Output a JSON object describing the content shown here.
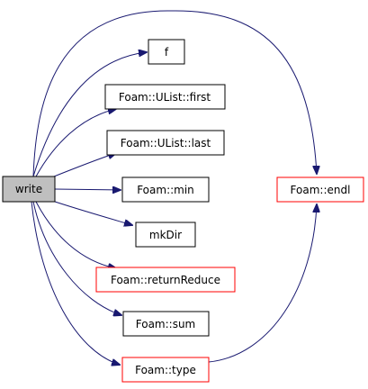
{
  "colors": {
    "edge": "#191970",
    "node_default_border": "#000000",
    "node_unresolved_border": "#ff0000",
    "root_fill": "#bfbfbf",
    "node_fill": "#ffffff",
    "text": "#000000"
  },
  "graph": {
    "root": "write",
    "nodes": [
      {
        "id": "write",
        "label": "write",
        "style": "root"
      },
      {
        "id": "f",
        "label": "f",
        "style": "default"
      },
      {
        "id": "first",
        "label": "Foam::UList::first",
        "style": "default"
      },
      {
        "id": "last",
        "label": "Foam::UList::last",
        "style": "default"
      },
      {
        "id": "min",
        "label": "Foam::min",
        "style": "default"
      },
      {
        "id": "mkdir",
        "label": "mkDir",
        "style": "default"
      },
      {
        "id": "returnReduce",
        "label": "Foam::returnReduce",
        "style": "unresolved"
      },
      {
        "id": "sum",
        "label": "Foam::sum",
        "style": "default"
      },
      {
        "id": "type",
        "label": "Foam::type",
        "style": "unresolved"
      },
      {
        "id": "endl",
        "label": "Foam::endl",
        "style": "unresolved"
      }
    ],
    "edges": [
      {
        "from": "write",
        "to": "endl"
      },
      {
        "from": "write",
        "to": "f"
      },
      {
        "from": "write",
        "to": "first"
      },
      {
        "from": "write",
        "to": "last"
      },
      {
        "from": "write",
        "to": "min"
      },
      {
        "from": "write",
        "to": "mkdir"
      },
      {
        "from": "write",
        "to": "returnReduce"
      },
      {
        "from": "write",
        "to": "sum"
      },
      {
        "from": "write",
        "to": "type"
      },
      {
        "from": "type",
        "to": "endl"
      }
    ]
  }
}
